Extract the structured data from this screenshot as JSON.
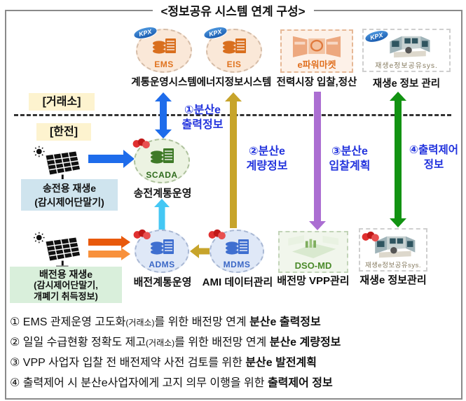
{
  "title": "<정보공유 시스템 연계 구성>",
  "logos": {
    "kpx": "KPX"
  },
  "zones": {
    "exchange": "[거래소]",
    "kepco": "[한전]"
  },
  "top_systems": [
    {
      "code": "EMS",
      "label": "계통운영시스템"
    },
    {
      "code": "EIS",
      "label": "에너지정보시스템"
    },
    {
      "caption": "e파워마켓",
      "label": "전력시장 입찰,정산"
    },
    {
      "caption": "재생e정보공유sys.",
      "label": "재생e 정보 관리"
    }
  ],
  "kepco_systems": [
    {
      "code": "SCADA",
      "label": "송전계통운영"
    },
    {
      "code": "ADMS",
      "label": "배전계통운영"
    },
    {
      "code": "MDMS",
      "label": "AMI 데이터관리"
    },
    {
      "caption": "DSO-MD",
      "label": "배전망 VPP관리"
    },
    {
      "caption": "재생e정보공유sys.",
      "label": "재생e 정보관리"
    }
  ],
  "flows": [
    {
      "line1": "①분산e",
      "line2": "출력정보"
    },
    {
      "line1": "②분산e",
      "line2": "계량정보"
    },
    {
      "line1": "③분산e",
      "line2": "입찰계획"
    },
    {
      "line1": "④출력제어",
      "line2": "정보"
    }
  ],
  "source_boxes": {
    "transmission": {
      "line1": "송전용 재생e",
      "line2": "(감시제어단말기)"
    },
    "distribution": {
      "line1": "배전용 재생e",
      "line2": "(감시제어단말기,",
      "line3": "개폐기 취득정보)"
    }
  },
  "notes": [
    {
      "pre": "① EMS 관제운영 고도화",
      "paren": "(거래소)",
      "mid": "를 위한 배전망 연계 ",
      "bold": "분산e 출력정보"
    },
    {
      "pre": "② 일일 수급현황 정확도 제고",
      "paren": "(거래소)",
      "mid": "를 위한 배전망 연계 ",
      "bold": "분산e 계량정보"
    },
    {
      "pre": "③ VPP 사업자 입찰 전 배전제약 사전 검토를 위한 ",
      "paren": "",
      "mid": "",
      "bold": "분산e 발전계획"
    },
    {
      "pre": "④ 출력제어 시 분산e사업자에게 고지 의무 이행을 위한 ",
      "paren": "",
      "mid": "",
      "bold": "출력제어 정보"
    }
  ],
  "colors": {
    "flow_blue": "#1e6ceb",
    "flow_gold": "#c7a42b",
    "flow_purple": "#ab6ed2",
    "flow_green": "#129312",
    "cyan": "#44c7f4",
    "orange_dark": "#e8590c",
    "orange_light": "#f8913c",
    "label_blue": "#2233dd",
    "zone_bg": "#fdf3cf",
    "transmission_box_bg": "#cfe4ee",
    "distribution_box_bg": "#d9efdb"
  }
}
